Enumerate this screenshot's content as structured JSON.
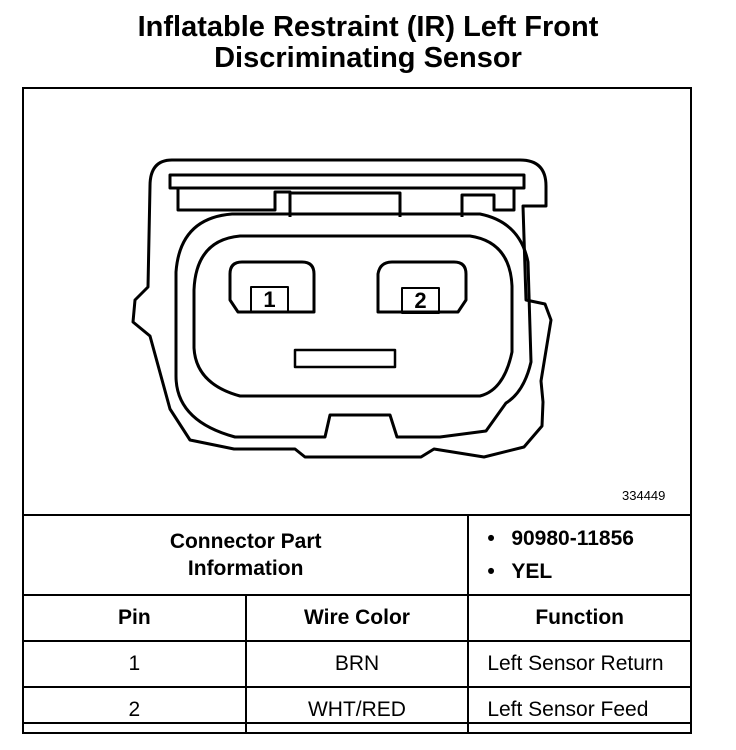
{
  "title": {
    "line1": "Inflatable Restraint (IR) Left Front",
    "line2": "Discriminating Sensor"
  },
  "diagram": {
    "part_number": "334449",
    "pin_labels": [
      "1",
      "2"
    ]
  },
  "connector_info": {
    "label": "Connector Part Information",
    "label_line1": "Connector Part",
    "label_line2": "Information",
    "bullets": [
      "90980-11856",
      "YEL"
    ]
  },
  "table": {
    "headers": [
      "Pin",
      "Wire Color",
      "Function"
    ],
    "rows": [
      {
        "pin": "1",
        "wire_color": "BRN",
        "function": "Left Sensor Return"
      },
      {
        "pin": "2",
        "wire_color": "WHT/RED",
        "function": "Left Sensor Feed"
      }
    ]
  }
}
